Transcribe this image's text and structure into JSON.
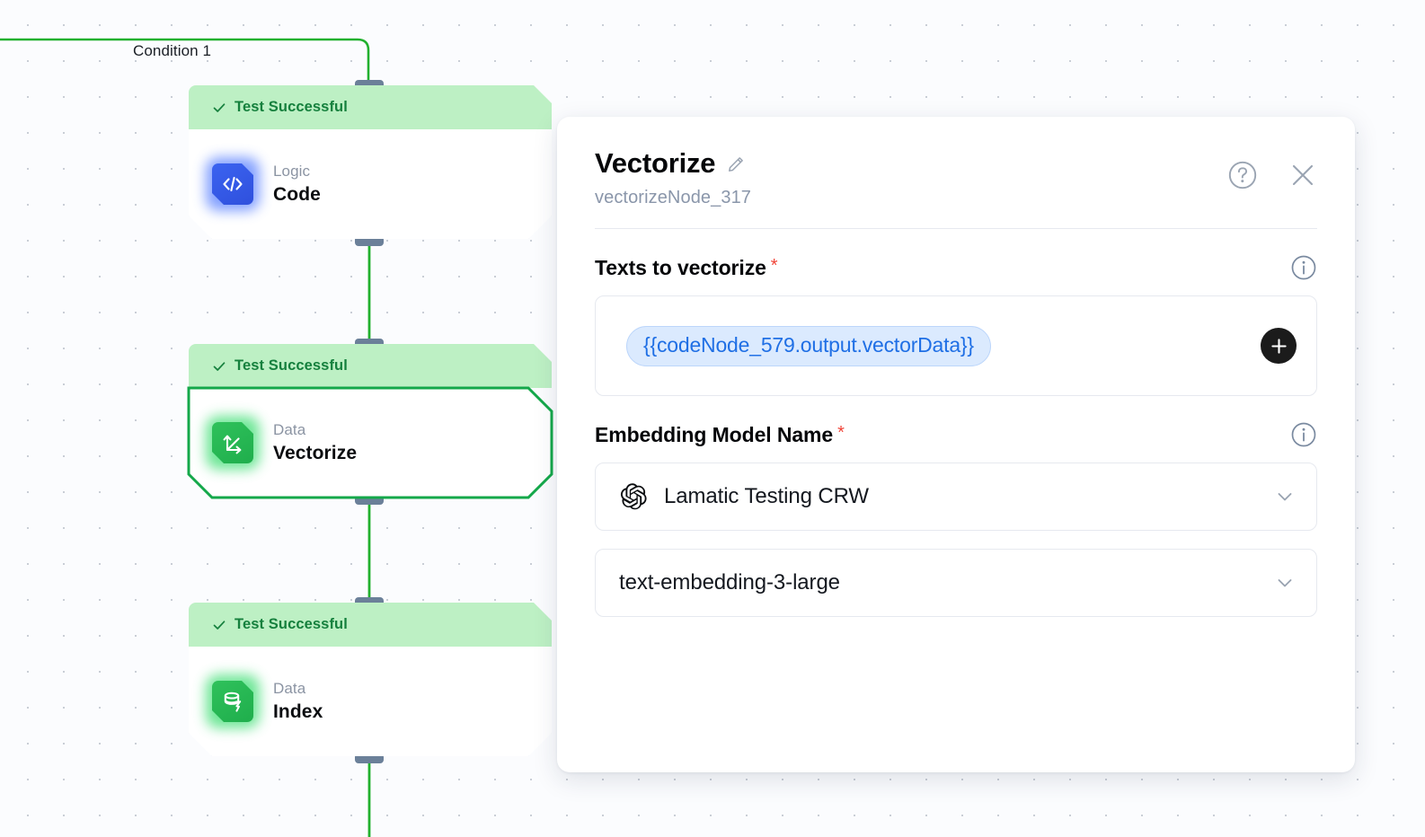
{
  "canvas": {
    "condition_label": "Condition 1",
    "edge_color": "#22b02e",
    "handle_color": "#6b8099",
    "background": "#fbfcfe",
    "nodes": [
      {
        "id": "code",
        "status": "Test Successful",
        "category": "Logic",
        "title": "Code",
        "icon": "code-brackets-icon",
        "icon_color": "#3b63f0",
        "selected": false
      },
      {
        "id": "vectorize",
        "status": "Test Successful",
        "category": "Data",
        "title": "Vectorize",
        "icon": "vector-arrows-icon",
        "icon_color": "#2fc15b",
        "selected": true
      },
      {
        "id": "index",
        "status": "Test Successful",
        "category": "Data",
        "title": "Index",
        "icon": "database-bolt-icon",
        "icon_color": "#2fc15b",
        "selected": false
      }
    ]
  },
  "panel": {
    "title": "Vectorize",
    "subtitle": "vectorizeNode_317",
    "edit_icon": "pencil-icon",
    "help_icon": "question-circle-icon",
    "close_icon": "close-icon",
    "fields": {
      "texts": {
        "label": "Texts to vectorize",
        "required_marker": "*",
        "info_icon": "info-icon",
        "tokens": [
          "{{codeNode_579.output.vectorData}}"
        ],
        "add_icon": "plus-icon",
        "token_color": "#1f6fe5"
      },
      "embedding": {
        "label": "Embedding Model Name",
        "required_marker": "*",
        "info_icon": "info-icon",
        "provider": {
          "value": "Lamatic Testing CRW",
          "icon": "openai-icon",
          "chevron": "chevron-down-icon"
        },
        "model": {
          "value": "text-embedding-3-large",
          "chevron": "chevron-down-icon"
        }
      }
    }
  }
}
